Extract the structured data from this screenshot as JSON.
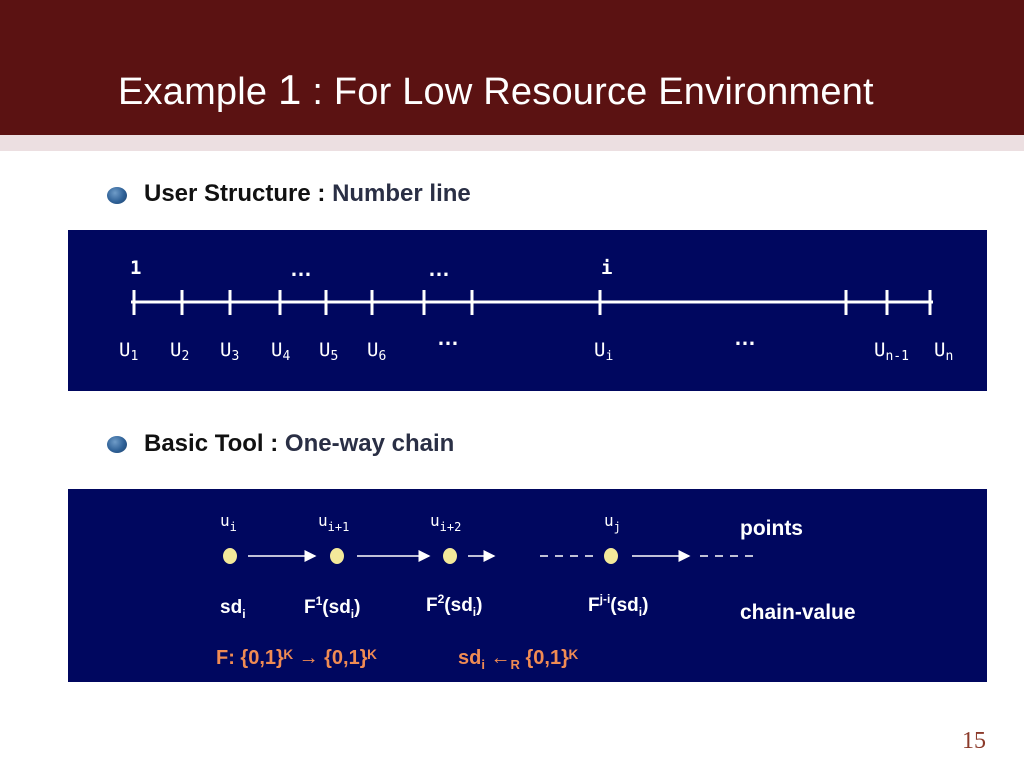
{
  "slide": {
    "title_pre": "Example ",
    "title_num": "1",
    "title_post": " : For Low Resource Environment",
    "page_number": "15"
  },
  "bullets": [
    {
      "label": "User Structure : ",
      "value": "Number line"
    },
    {
      "label": "Basic Tool : ",
      "value": "One-way chain"
    }
  ],
  "number_line": {
    "top_labels": [
      "1",
      "…",
      "…",
      "i"
    ],
    "users": [
      {
        "base": "U",
        "sub": "1"
      },
      {
        "base": "U",
        "sub": "2"
      },
      {
        "base": "U",
        "sub": "3"
      },
      {
        "base": "U",
        "sub": "4"
      },
      {
        "base": "U",
        "sub": "5"
      },
      {
        "base": "U",
        "sub": "6"
      },
      {
        "base": "U",
        "sub": "i"
      },
      {
        "base": "U",
        "sub": "n-1"
      },
      {
        "base": "U",
        "sub": "n"
      }
    ],
    "bottom_ellipses": [
      "…",
      "…"
    ]
  },
  "chain": {
    "points": [
      {
        "base": "u",
        "sub": "i"
      },
      {
        "base": "u",
        "sub": "i+1"
      },
      {
        "base": "u",
        "sub": "i+2"
      },
      {
        "base": "u",
        "sub": "j"
      }
    ],
    "values": [
      {
        "base": "sd",
        "sup": "",
        "sub": "i",
        "paren": false
      },
      {
        "base": "F",
        "sup": "1",
        "sub": "i",
        "paren": true
      },
      {
        "base": "F",
        "sup": "2",
        "sub": "i",
        "paren": true
      },
      {
        "base": "F",
        "sup": "j-i",
        "sub": "i",
        "paren": true
      }
    ],
    "points_label": "points",
    "chain_value_label": "chain-value",
    "formula_1": "F: {0,1}ᴷ → {0,1}ᴷ",
    "formula_2_pre": "sd",
    "formula_2_sub": "i",
    "formula_2_arrow": " ←",
    "formula_2_arrow_sub": "R",
    "formula_2_post": " {0,1}ᴷ"
  },
  "colors": {
    "title_bar": "#5b1212",
    "panel": "#00075f",
    "point_fill": "#f3e99a",
    "formula": "#f08b53",
    "page_number": "#8b3a2a"
  }
}
